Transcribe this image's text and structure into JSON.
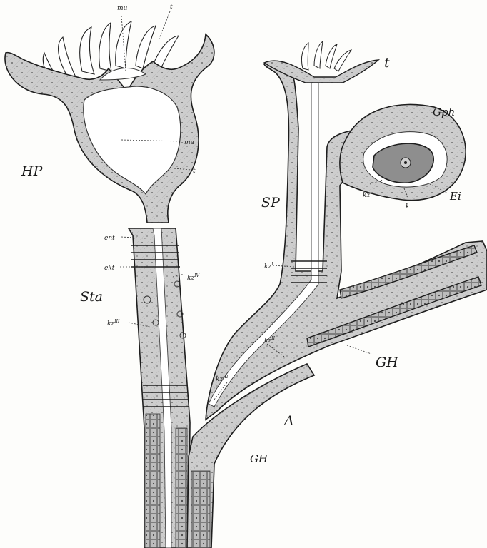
{
  "colors": {
    "tissue": "#c9c9c9",
    "tissue_dark": "#a9a9a9",
    "outline": "#1e1e1e",
    "cavity": "#ffffff",
    "egg": "#8e8e8e"
  },
  "labels": {
    "HP": "HP",
    "SP": "SP",
    "Sta": "Sta",
    "Gph": "Gph",
    "Ei": "Ei",
    "GH_upper": "GH",
    "GH_lower": "GH",
    "A": "A",
    "t": "t",
    "mu": "mu",
    "t_small": "t",
    "ma": "ma",
    "ect_small": "t",
    "ent": "ent",
    "ekt": "ekt",
    "kz_iv": "kz",
    "kz_iv_sup": "IV",
    "kz_iii": "kz",
    "kz_iii_sup": "III",
    "kz_ii": "kz",
    "kz_ii_sup": "II",
    "kz_i": "kz",
    "kz_i_sup": "I",
    "kz_iii_b": "kz",
    "kz_iii_b_sup": "III",
    "kz_gph": "kz",
    "k": "k"
  }
}
